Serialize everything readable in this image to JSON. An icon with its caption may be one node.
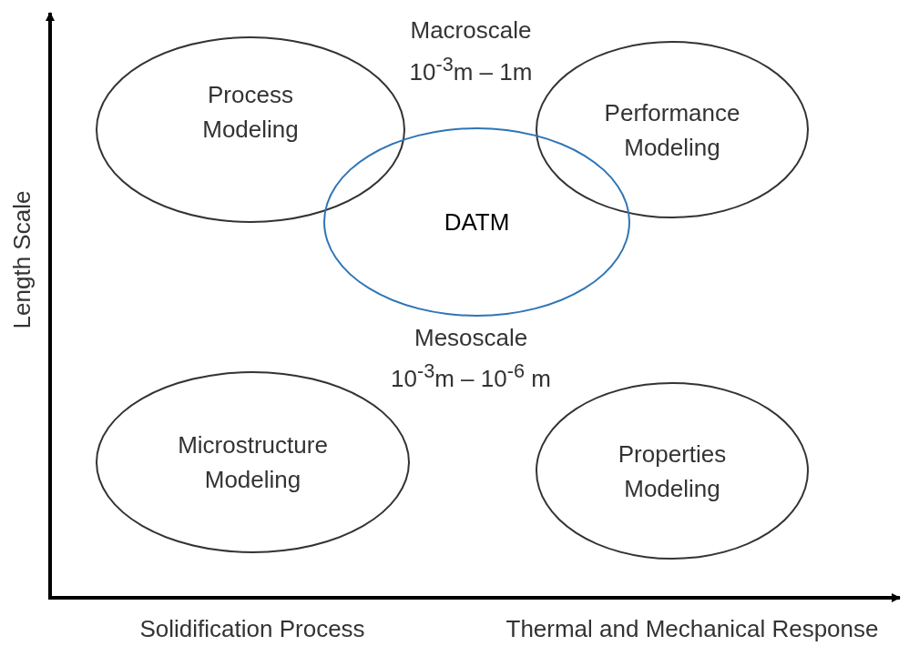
{
  "diagram": {
    "nodes": [
      {
        "text": [
          "Process Modeling"
        ]
      },
      {
        "text": [
          "Performance Modeling"
        ]
      },
      {
        "text": [
          "DATM"
        ]
      },
      {
        "text": [
          "Microstructure Modeling"
        ]
      },
      {
        "text": [
          "Properties Modeling"
        ]
      }
    ],
    "edges": [],
    "labels": [
      "Macroscale",
      "10$^{-3}$m – 1m",
      "Length Scale",
      "Mesoscale",
      "10$^{-3}$m – 10$^{-6}$ m",
      "Solidification Process",
      "Thermal and Mechanical Response"
    ]
  }
}
